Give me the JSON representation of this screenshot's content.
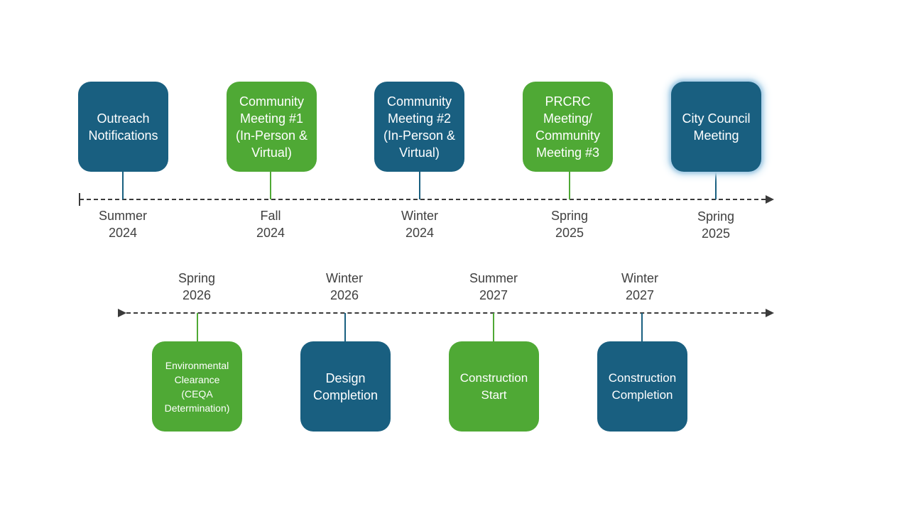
{
  "timeline_top": {
    "milestones": [
      {
        "label": "Outreach\nNotifications",
        "period": "Summer\n2024",
        "color": "blue"
      },
      {
        "label": "Community\nMeeting #1\n(In-Person &\nVirtual)",
        "period": "Fall\n2024",
        "color": "green"
      },
      {
        "label": "Community\nMeeting #2\n(In-Person &\nVirtual)",
        "period": "Winter\n2024",
        "color": "blue"
      },
      {
        "label": "PRCRC\nMeeting/\nCommunity\nMeeting #3",
        "period": "Spring\n2025",
        "color": "green"
      },
      {
        "label": "City Council\nMeeting",
        "period": "Spring\n2025",
        "color": "blue"
      }
    ]
  },
  "timeline_bottom": {
    "milestones": [
      {
        "label": "Environmental\nClearance\n(CEQA\nDetermination)",
        "period": "Spring\n2026",
        "color": "green"
      },
      {
        "label": "Design\nCompletion",
        "period": "Winter\n2026",
        "color": "blue"
      },
      {
        "label": "Construction\nStart",
        "period": "Summer\n2027",
        "color": "green"
      },
      {
        "label": "Construction\nCompletion",
        "period": "Winter\n2027",
        "color": "blue"
      }
    ]
  },
  "colors": {
    "blue": "#195f80",
    "green": "#4fa935",
    "axis": "#3a3a3a"
  }
}
